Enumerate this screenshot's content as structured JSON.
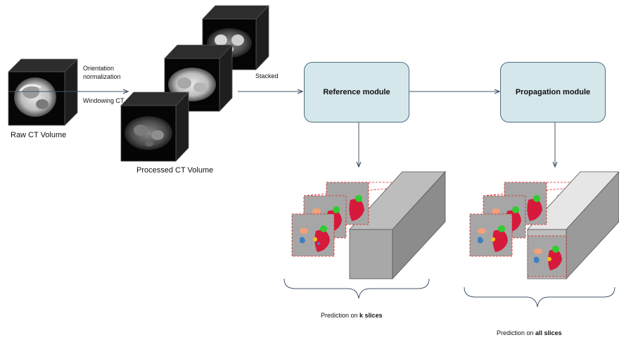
{
  "labels": {
    "raw_volume": "Raw CT Volume",
    "orientation": "Orientation normalization",
    "windowing": "Windowing CT",
    "stacked": "Stacked",
    "processed_volume": "Processed CT Volume",
    "prediction_k_prefix": "Prediction on ",
    "prediction_k_bold": "k slices",
    "prediction_all_prefix": "Prediction on ",
    "prediction_all_bold": "all slices"
  },
  "modules": {
    "reference": "Reference module",
    "propagation": "Propagation module"
  },
  "colors": {
    "module_fill": "#d5e7eb",
    "module_border": "#4f6e7b",
    "arrow": "#44546a",
    "slice_fill": "#a6a6a6",
    "slice_border": "#e02020",
    "cube_dark": "#0a0a0a",
    "segment_red": "#d7193b",
    "segment_green": "#2ecc2e",
    "segment_yellow": "#f2c21b",
    "segment_blue": "#3f7fbf",
    "segment_orange": "#f4a07a"
  }
}
